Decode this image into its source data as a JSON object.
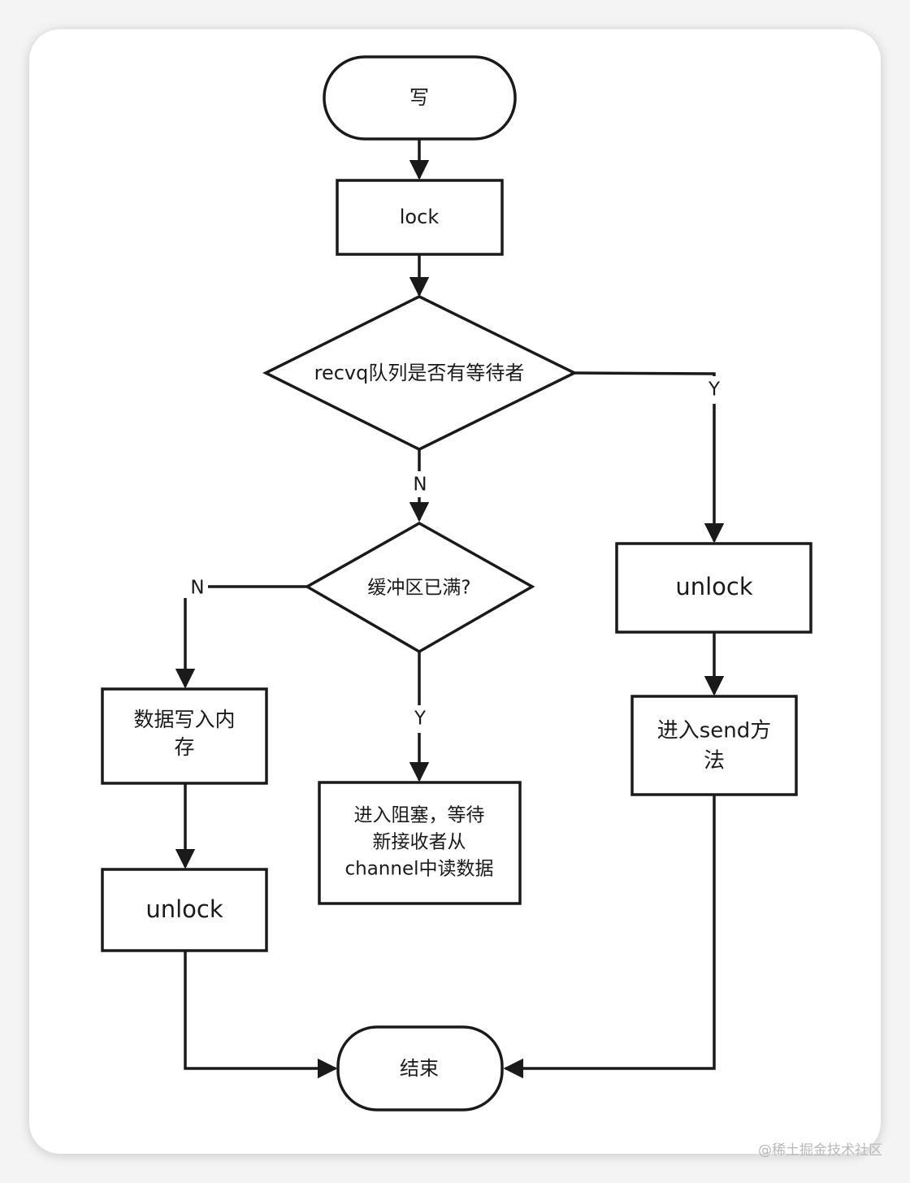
{
  "diagram": {
    "nodes": {
      "start": {
        "label": "写"
      },
      "lock": {
        "label": "lock"
      },
      "check_recvq": {
        "label": "recvq队列是否有等待者"
      },
      "check_buffer": {
        "label": "缓冲区已满?"
      },
      "unlock_right": {
        "label": "unlock"
      },
      "send_method": {
        "line1": "进入send方",
        "line2": "法"
      },
      "write_memory": {
        "line1": "数据写入内",
        "line2": "存"
      },
      "block_wait": {
        "line1": "进入阻塞，等待",
        "line2": "新接收者从",
        "line3": "channel中读数据"
      },
      "unlock_left": {
        "label": "unlock"
      },
      "end": {
        "label": "结束"
      }
    },
    "edges": {
      "recvq_yes": "Y",
      "recvq_no": "N",
      "buffer_no": "N",
      "buffer_yes": "Y"
    }
  },
  "watermark": "@稀土掘金技术社区"
}
